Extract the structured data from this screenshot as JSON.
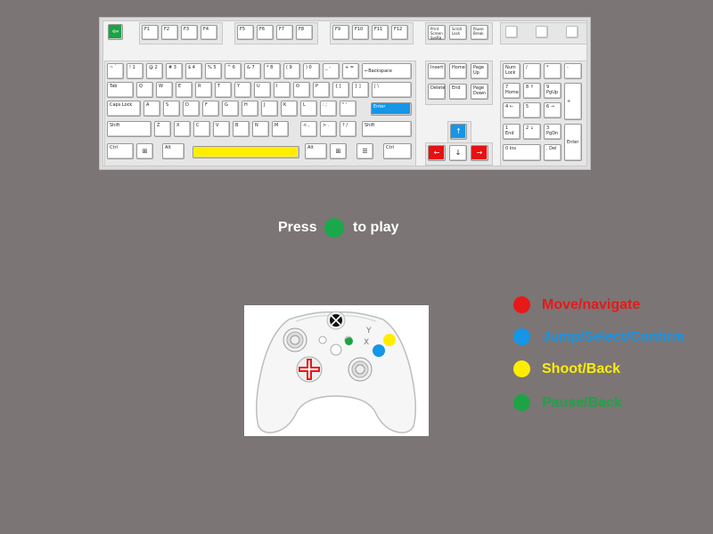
{
  "keyboard": {
    "function_row": [
      "F1",
      "F2",
      "F3",
      "F4",
      "F5",
      "F6",
      "F7",
      "F8",
      "F9",
      "F10",
      "F11",
      "F12"
    ],
    "system_keys": [
      "Print Screen SysRq",
      "Scroll Lock",
      "Pause Break"
    ],
    "number_row": [
      "~ `",
      "! 1",
      "@ 2",
      "# 3",
      "$ 4",
      "% 5",
      "^ 6",
      "& 7",
      "* 8",
      "( 9",
      ") 0",
      "_ -",
      "+ ="
    ],
    "backspace": "←Backspace",
    "tab": "Tab",
    "qwerty_row": [
      "Q",
      "W",
      "E",
      "R",
      "T",
      "Y",
      "U",
      "I",
      "O",
      "P",
      "{ [",
      "} ]",
      "| \\"
    ],
    "caps": "Caps Lock",
    "home_row": [
      "A",
      "S",
      "D",
      "F",
      "G",
      "H",
      "J",
      "K",
      "L",
      ": ;",
      "\" '"
    ],
    "enter": "Enter",
    "shift_left": "Shift",
    "bottom_row": [
      "Z",
      "X",
      "C",
      "V",
      "B",
      "N",
      "M",
      "< ,",
      "> .",
      "? /"
    ],
    "shift_right": "Shift",
    "ctrl_left": "Ctrl",
    "alt_left": "Alt",
    "alt_right": "Alt",
    "ctrl_right": "Ctrl",
    "nav_keys": [
      "Insert",
      "Home",
      "Page Up",
      "Delete",
      "End",
      "Page Down"
    ],
    "numpad": [
      "Num Lock",
      "/",
      "*",
      "-",
      "7 Home",
      "8 ↑",
      "9 PgUp",
      "+",
      "4 ←",
      "5",
      "6 →",
      "1 End",
      "2 ↓",
      "3 PgDn",
      "Enter",
      "0 Ins",
      ". Del"
    ],
    "arrow_keys": [
      "↑",
      "←",
      "↓",
      "→"
    ]
  },
  "prompt": {
    "press": "Press",
    "to_play": "to play"
  },
  "legend": [
    {
      "label": "Move/navigate",
      "color": "#e81818"
    },
    {
      "label": "Jump/Select/Confirm",
      "color": "#1596e6"
    },
    {
      "label": "Shoot/Back",
      "color": "#ffee00"
    },
    {
      "label": "Pause/Back",
      "color": "#1da346"
    }
  ],
  "colors": {
    "background": "#7b7575",
    "move": "#e81818",
    "jump": "#1596e6",
    "shoot": "#ffee00",
    "pause": "#1da346"
  }
}
